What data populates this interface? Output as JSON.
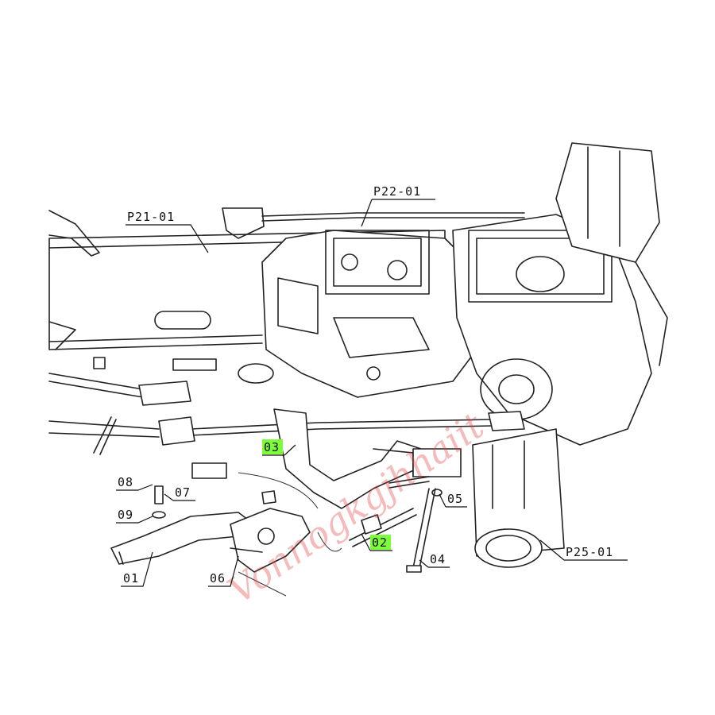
{
  "labels": {
    "p21": "P21-01",
    "p22": "P22-01",
    "p25": "P25-01",
    "c01": "01",
    "c02": "02",
    "c03": "03",
    "c04": "04",
    "c05": "05",
    "c06": "06",
    "c07": "07",
    "c08": "08",
    "c09": "09"
  },
  "highlight_color": "#7cfc3a",
  "watermark": "Vonnogkgjhhaiit"
}
